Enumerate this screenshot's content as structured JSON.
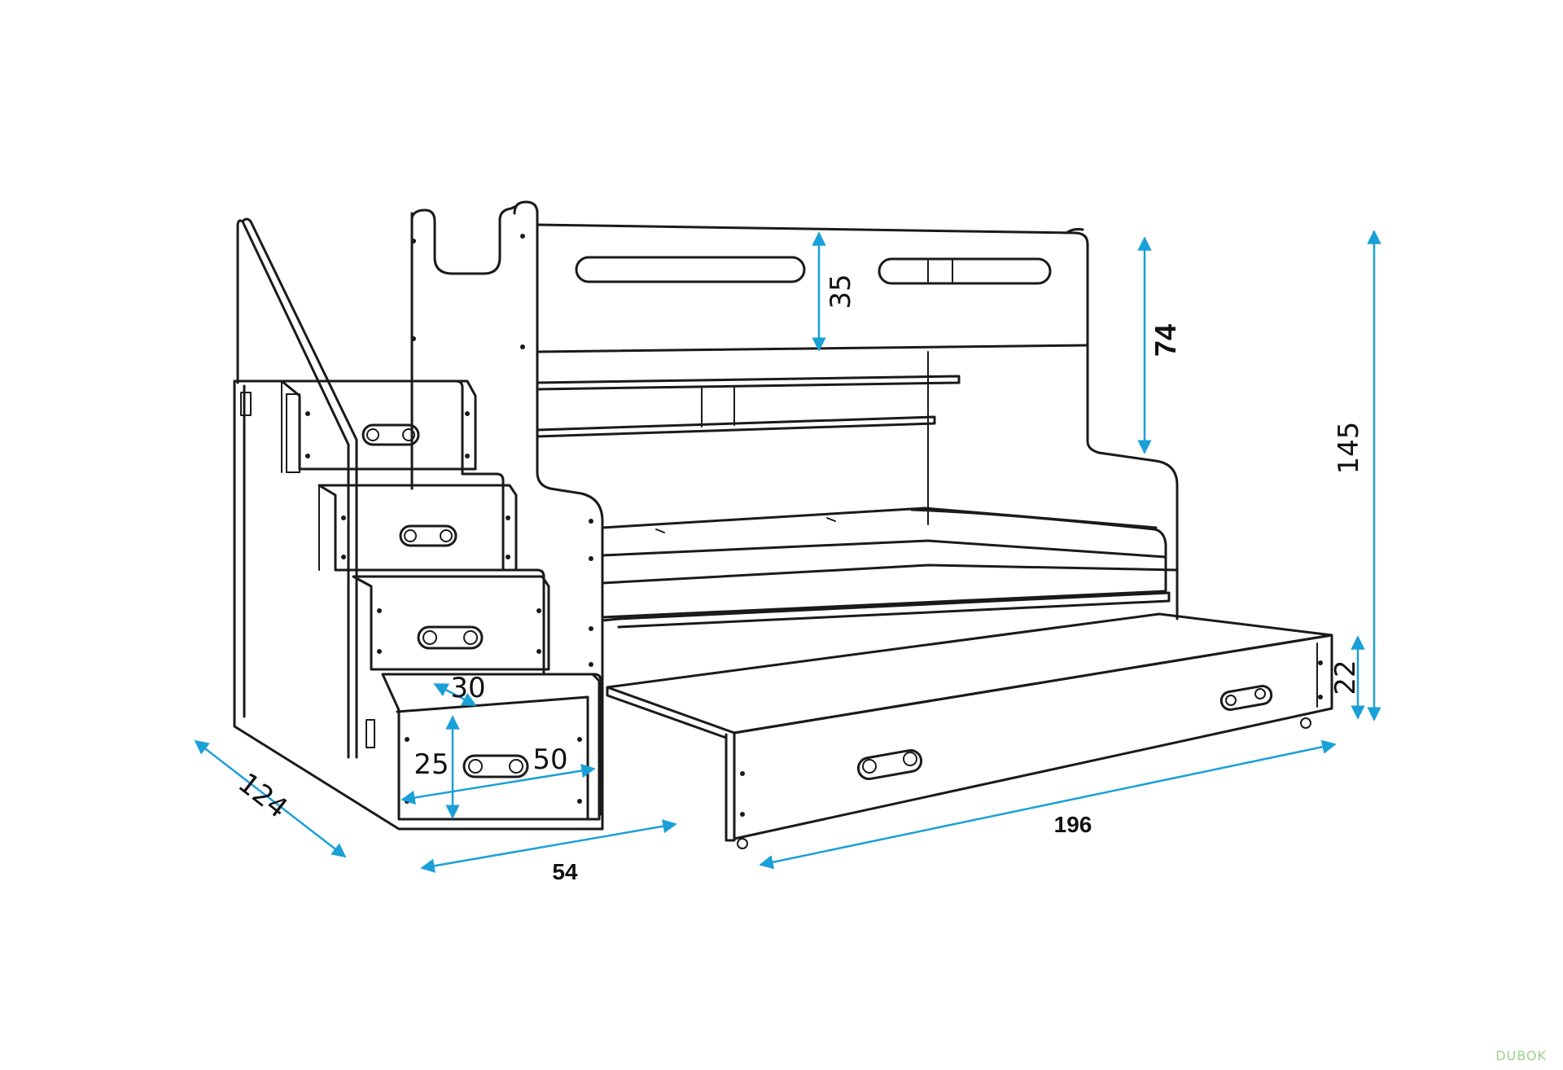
{
  "diagram": {
    "dimensions": {
      "depth": "124",
      "stair_width": "54",
      "length": "196",
      "total_height": "145",
      "upper_panel": "74",
      "headboard_slot": "35",
      "drawer_height": "22",
      "step_depth": "30",
      "step_height": "25",
      "step_width": "50"
    },
    "watermark": "DUBOK"
  }
}
